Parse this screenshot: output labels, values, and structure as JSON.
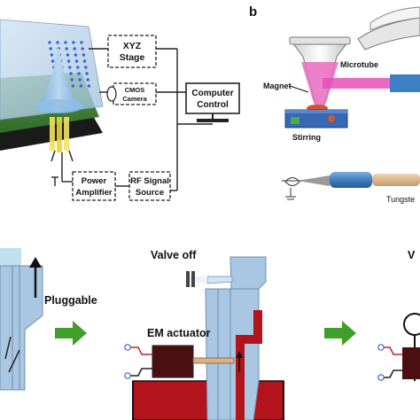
{
  "panel_b": {
    "letter": "b",
    "microtube": "Microtube",
    "magnet": "Magnet",
    "stirring": "Stirring",
    "tungsten": "Tungste"
  },
  "setup": {
    "xyz_line1": "XYZ",
    "xyz_line2": "Stage",
    "cmos_line1": "CMOS",
    "cmos_line2": "Camera",
    "computer_line1": "Computer",
    "computer_line2": "Control",
    "amp_line1": "Power",
    "amp_line2": "Amplifier",
    "rf_line1": "RF Signal",
    "rf_line2": "Source"
  },
  "bottom": {
    "pluggable": "Pluggable",
    "valve_off": "Valve off",
    "em_actuator": "EM actuator",
    "cut_label": "V"
  },
  "colors": {
    "blue_block": "#a9c7e2",
    "dark_red": "#b3141c",
    "green_arrow": "#3f9f2a",
    "magenta": "#e84fb8",
    "actuator": "#4a1010"
  }
}
